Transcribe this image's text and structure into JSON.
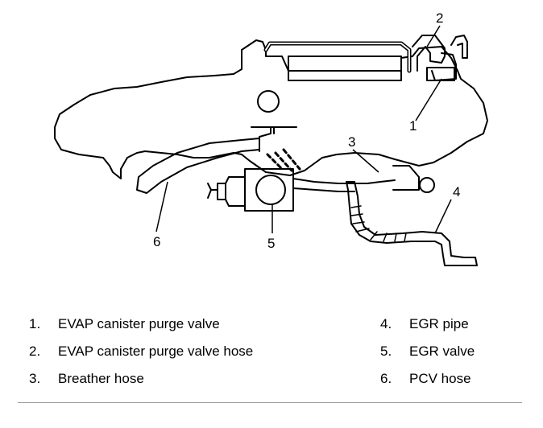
{
  "callouts": [
    "1",
    "2",
    "3",
    "4",
    "5",
    "6"
  ],
  "legend": [
    {
      "num": "1.",
      "label": "EVAP canister purge valve"
    },
    {
      "num": "2.",
      "label": "EVAP canister purge valve hose"
    },
    {
      "num": "3.",
      "label": "Breather hose"
    },
    {
      "num": "4.",
      "label": "EGR pipe"
    },
    {
      "num": "5.",
      "label": "EGR valve"
    },
    {
      "num": "6.",
      "label": "PCV hose"
    }
  ]
}
